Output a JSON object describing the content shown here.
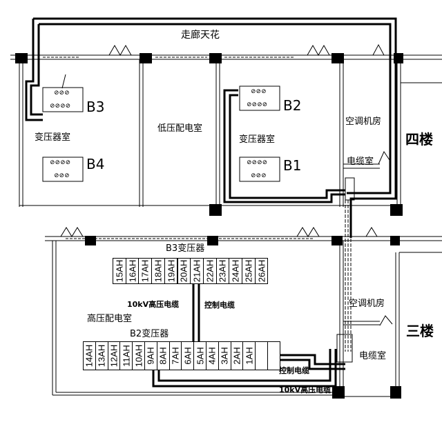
{
  "floor4": {
    "floor_label": "四楼",
    "corridor_label": "走廊天花",
    "rooms": {
      "transformer_left": "变压器室",
      "low_voltage": "低压配电室",
      "transformer_right": "变压器室",
      "ac_room": "空调机房",
      "cable_room": "电缆室"
    },
    "transformers": [
      "B3",
      "B4",
      "B2",
      "B1"
    ]
  },
  "floor3": {
    "floor_label": "三楼",
    "rooms": {
      "high_voltage": "高压配电室",
      "ac_room": "空调机房",
      "cable_room": "电缆室"
    },
    "b3_panel": {
      "title": "B3变压器",
      "cells": [
        "15AH",
        "16AH",
        "17AH",
        "18AH",
        "19AH",
        "20AH",
        "21AH",
        "22AH",
        "23AH",
        "24AH",
        "25AH",
        "26AH"
      ]
    },
    "b2_panel": {
      "title": "B2变压器",
      "cells": [
        "14AH",
        "13AH",
        "12AH",
        "11AH",
        "10AH",
        "9AH",
        "8AH",
        "7AH",
        "6AH",
        "5AH",
        "4AH",
        "3AH",
        "2AH",
        "1AH",
        "",
        ""
      ]
    },
    "cable_labels": {
      "hv_upper": "10kV高压电缆",
      "ctrl_upper": "控制电缆",
      "ctrl_lower": "控制电缆",
      "hv_lower": "10kV高压电缆"
    }
  }
}
